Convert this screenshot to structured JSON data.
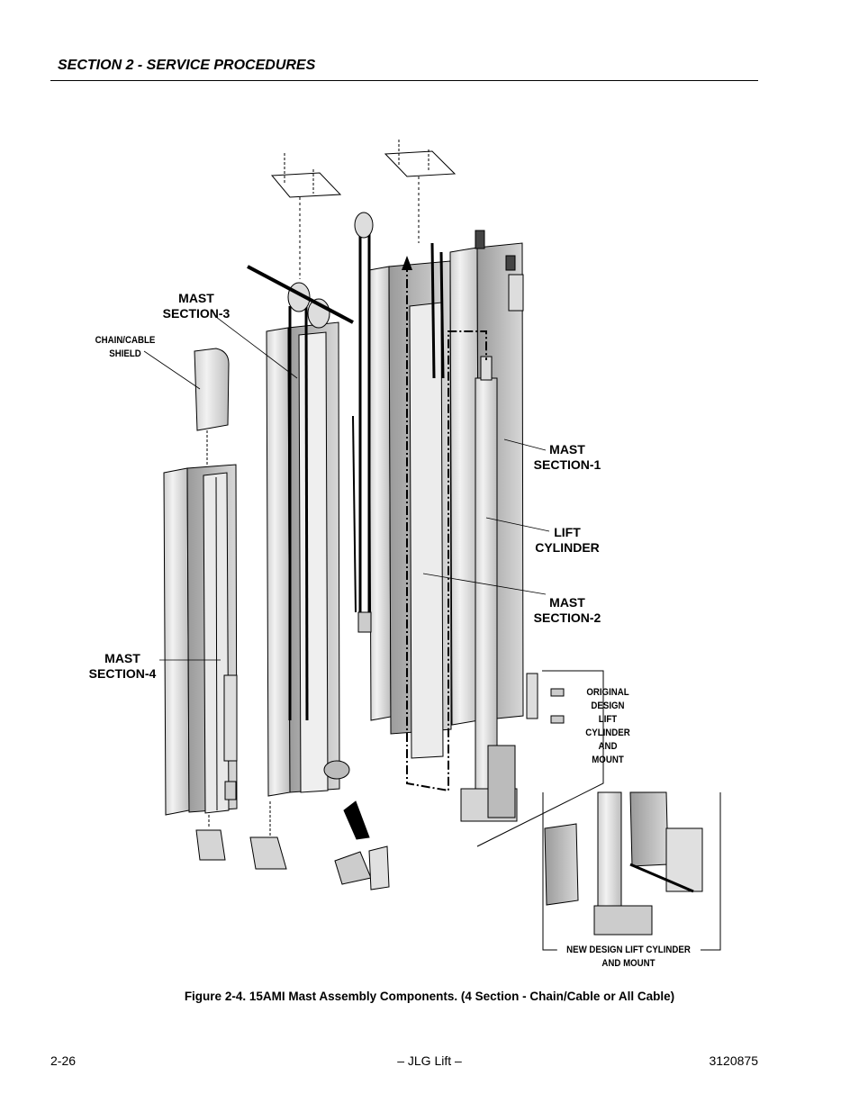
{
  "header": {
    "section_title": "SECTION 2 - SERVICE PROCEDURES"
  },
  "figure": {
    "labels": {
      "mast_section_3": "MAST\nSECTION-3",
      "chain_cable_shield": "CHAIN/CABLE\nSHIELD",
      "mast_section_1": "MAST\nSECTION-1",
      "lift_cylinder": "LIFT\nCYLINDER",
      "mast_section_2": "MAST\nSECTION-2",
      "mast_section_4": "MAST\nSECTION-4",
      "original_design": "ORIGINAL\nDESIGN\nLIFT\nCYLINDER\nAND\nMOUNT",
      "new_design": "NEW DESIGN LIFT CYLINDER\nAND MOUNT"
    },
    "caption": "Figure 2-4.  15AMI Mast Assembly Components. (4 Section - Chain/Cable or All Cable)"
  },
  "footer": {
    "page_number": "2-26",
    "publisher": "– JLG Lift –",
    "doc_number": "3120875"
  }
}
